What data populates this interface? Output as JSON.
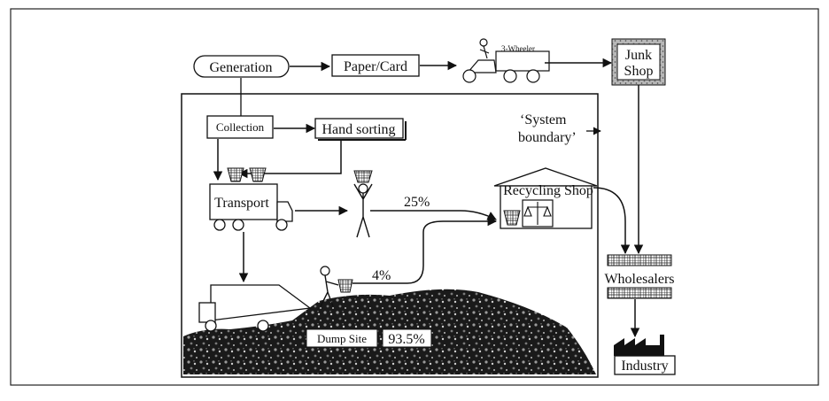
{
  "nodes": {
    "generation": "Generation",
    "paper_card": "Paper/Card",
    "three_wheeler": "3-Wheeler",
    "junk_shop_line1": "Junk",
    "junk_shop_line2": "Shop",
    "collection": "Collection",
    "hand_sorting": "Hand sorting",
    "transport": "Transport",
    "recycling_shop": "Recycling Shop",
    "wholesalers": "Wholesalers",
    "industry": "Industry",
    "dump_site": "Dump Site"
  },
  "boundary": {
    "line1": "‘System",
    "line2": "boundary’"
  },
  "flows": {
    "to_recycling_shop": "25%",
    "from_dump_scavenging": "4%",
    "to_dump_site": "93.5%"
  }
}
